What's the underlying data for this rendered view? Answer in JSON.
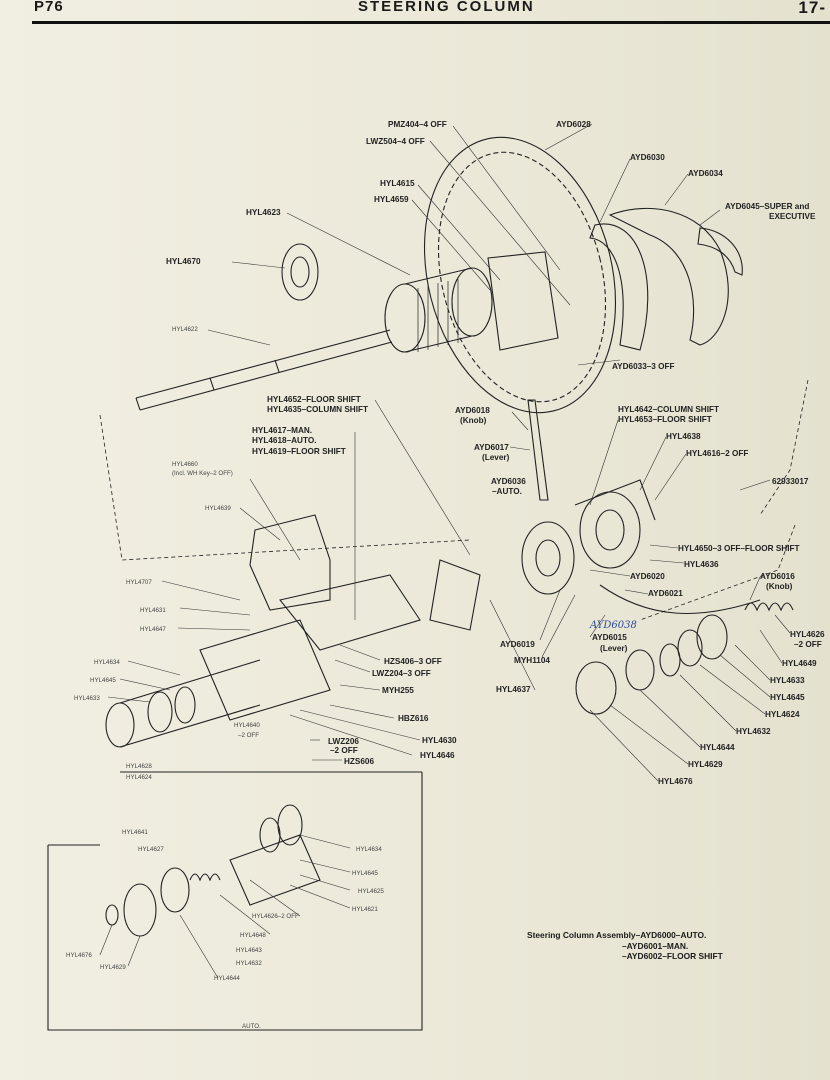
{
  "header": {
    "left": "P76",
    "title": "STEERING COLUMN",
    "right": "17-"
  },
  "labels": {
    "pmz404": "PMZ404–4 OFF",
    "lwz504": "LWZ504–4 OFF",
    "ayd6028": "AYD6028",
    "ayd6030": "AYD6030",
    "ayd6034": "AYD6034",
    "ayd6045a": "AYD6045–SUPER and",
    "ayd6045b": "EXECUTIVE",
    "hyl4615": "HYL4615",
    "hyl4659": "HYL4659",
    "hyl4623": "HYL4623",
    "hyl4670": "HYL4670",
    "hyl4622": "HYL4622",
    "ayd6033": "AYD6033–3 OFF",
    "hyl4652": "HYL4652–FLOOR SHIFT",
    "hyl4635": "HYL4635–COLUMN SHIFT",
    "hyl4617": "HYL4617–MAN.",
    "hyl4618": "HYL4618–AUTO.",
    "hyl4619": "HYL4619–FLOOR SHIFT",
    "hyl4660a": "HYL4660",
    "hyl4660b": "(Incl. WH Key–2 OFF)",
    "ayd6018a": "AYD6018",
    "ayd6018b": "(Knob)",
    "ayd6017a": "AYD6017",
    "ayd6017b": "(Lever)",
    "ayd6036a": "AYD6036",
    "ayd6036b": "–AUTO.",
    "hyl4642": "HYL4642–COLUMN SHIFT",
    "hyl4653": "HYL4653–FLOOR SHIFT",
    "hyl4638": "HYL4638",
    "hyl4616": "HYL4616–2 OFF",
    "p62933017": "62933017",
    "hyl4650": "HYL4650–3 OFF–FLOOR SHIFT",
    "hyl4636": "HYL4636",
    "hyl4639": "HYL4639",
    "ayd6020": "AYD6020",
    "ayd6021": "AYD6021",
    "ayd6016a": "AYD6016",
    "ayd6016b": "(Knob)",
    "hyl4707": "HYL4707",
    "hyl4631": "HYL4631",
    "hyl4647": "HYL4647",
    "ayd6019": "AYD6019",
    "myh1104": "MYH1104",
    "ayd6015a": "AYD6015",
    "ayd6015b": "(Lever)",
    "handwritten": "AYD6038",
    "hyl4626a": "HYL4626",
    "hyl4626b": "–2 OFF",
    "hyl4649": "HYL4649",
    "hyl4633": "HYL4633",
    "hyl4645b": "HYL4645",
    "hyl4624b": "HYL4624",
    "hyl4632": "HYL4632",
    "hyl4644": "HYL4644",
    "hyl4629": "HYL4629",
    "hyl4676": "HYL4676",
    "hyl4637": "HYL4637",
    "hzs406": "HZS406–3 OFF",
    "lwz204": "LWZ204–3 OFF",
    "myh255": "MYH255",
    "hbz616": "HBZ616",
    "hyl4630": "HYL4630",
    "hyl4646": "HYL4646",
    "lwz206a": "LWZ206",
    "lwz206b": "–2 OFF",
    "hzs606": "HZS606",
    "hyl4634": "HYL4634",
    "hyl4645": "HYL4645",
    "hyl4633l": "HYL4633",
    "hyl4640a": "HYL4640",
    "hyl4640b": "–2 OFF",
    "hyl4628": "HYL4628",
    "hyl4624": "HYL4624",
    "hyl4641": "HYL4641",
    "hyl4627": "HYL4627",
    "hyl4634i": "HYL4634",
    "hyl4645i": "HYL4645",
    "hyl4625": "HYL4625",
    "hyl4621": "HYL4621",
    "hyl4626i": "HYL4626–2 OFF",
    "hyl4648": "HYL4648",
    "hyl4643": "HYL4643",
    "hyl4632i": "HYL4632",
    "hyl4644i": "HYL4644",
    "hyl4676i": "HYL4676",
    "hyl4629i": "HYL4629",
    "auto": "AUTO."
  },
  "caption": {
    "line1": "Steering Column Assembly–AYD6000–AUTO.",
    "line2": "–AYD6001–MAN.",
    "line3": "–AYD6002–FLOOR SHIFT"
  }
}
